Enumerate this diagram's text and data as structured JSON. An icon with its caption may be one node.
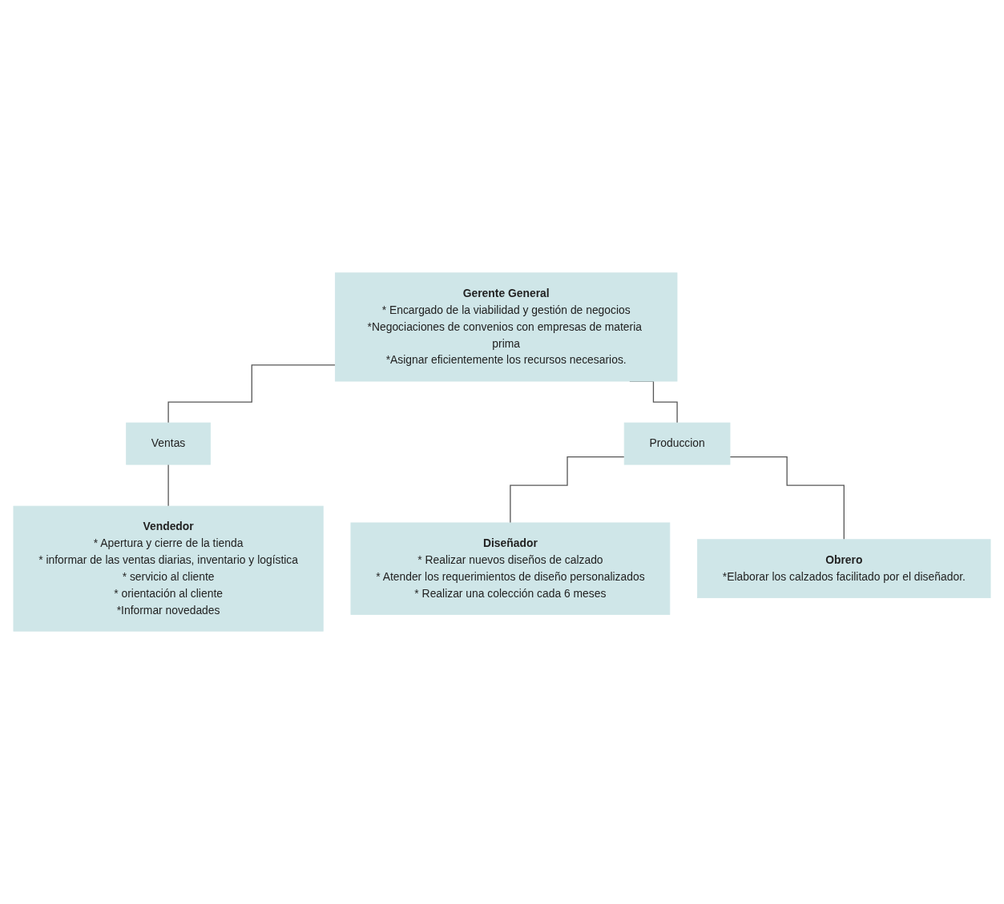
{
  "diagram": {
    "nodes": [
      {
        "text": [
          "Gerente General",
          "* Encargado de la viabilidad y gestión de negocios",
          "*Negociaciones de convenios con empresas de materia prima",
          "*Asignar eficientemente los recursos necesarios."
        ]
      },
      {
        "text": [
          "Ventas"
        ]
      },
      {
        "text": [
          "Produccion"
        ]
      },
      {
        "text": [
          "Vendedor",
          "* Apertura y cierre de la tienda",
          "* informar de las ventas diarias, inventario y logística",
          "* servicio al cliente",
          "* orientación al cliente",
          "*Informar novedades"
        ]
      },
      {
        "text": [
          "Diseñador",
          "* Realizar nuevos diseños de calzado",
          "* Atender los requerimientos de diseño personalizados",
          "* Realizar una colección cada 6 meses"
        ]
      },
      {
        "text": [
          "Obrero",
          "*Elaborar los calzados facilitado por el diseñador."
        ]
      }
    ],
    "edges": [
      {
        "from": 0,
        "to": 1,
        "arrow": "none"
      },
      {
        "from": 0,
        "to": 2,
        "arrow": "none"
      },
      {
        "from": 1,
        "to": 3,
        "arrow": "none"
      },
      {
        "from": 2,
        "to": 4,
        "arrow": "none"
      },
      {
        "from": 2,
        "to": 5,
        "arrow": "none"
      }
    ]
  }
}
